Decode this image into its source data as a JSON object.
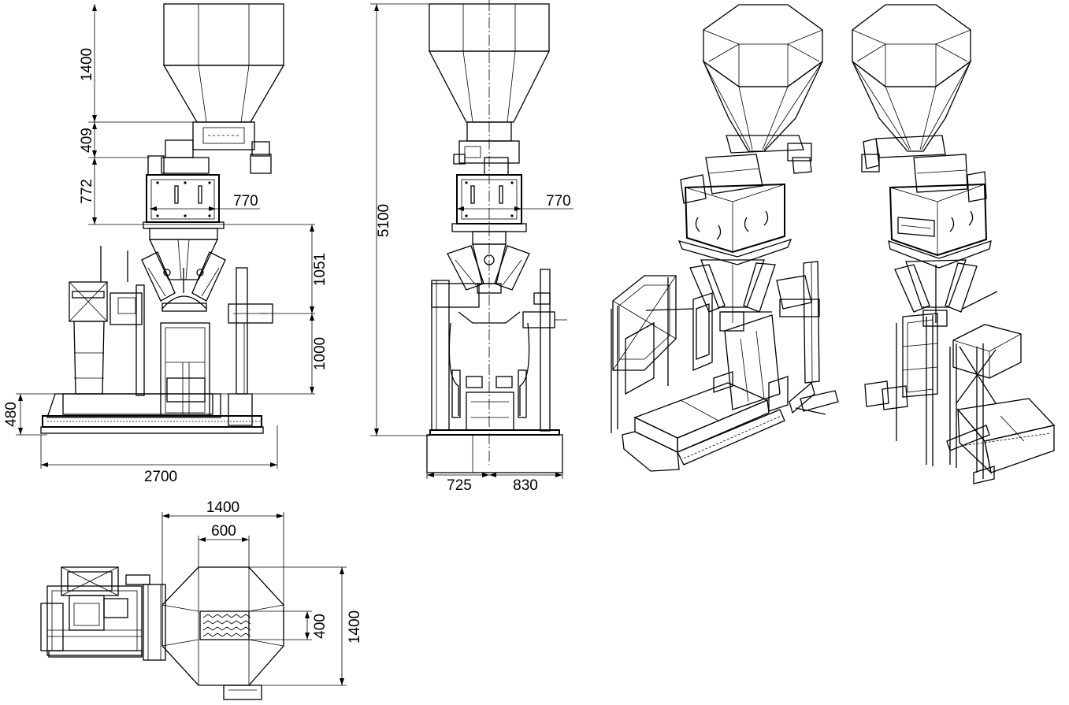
{
  "dimensions": {
    "front_hopper_height": "1400",
    "front_feeder_height": "409",
    "front_weigher_height": "772",
    "front_weigher_width": "770",
    "front_upper_height": "1051",
    "front_lower_height": "1000",
    "front_base_height": "480",
    "front_total_length": "2700",
    "side_total_height": "5100",
    "side_weigher_width": "770",
    "side_left_depth": "725",
    "side_right_depth": "830",
    "top_hopper_width": "1400",
    "top_outlet_width": "600",
    "top_outlet_depth": "400",
    "top_hopper_depth": "1400"
  }
}
